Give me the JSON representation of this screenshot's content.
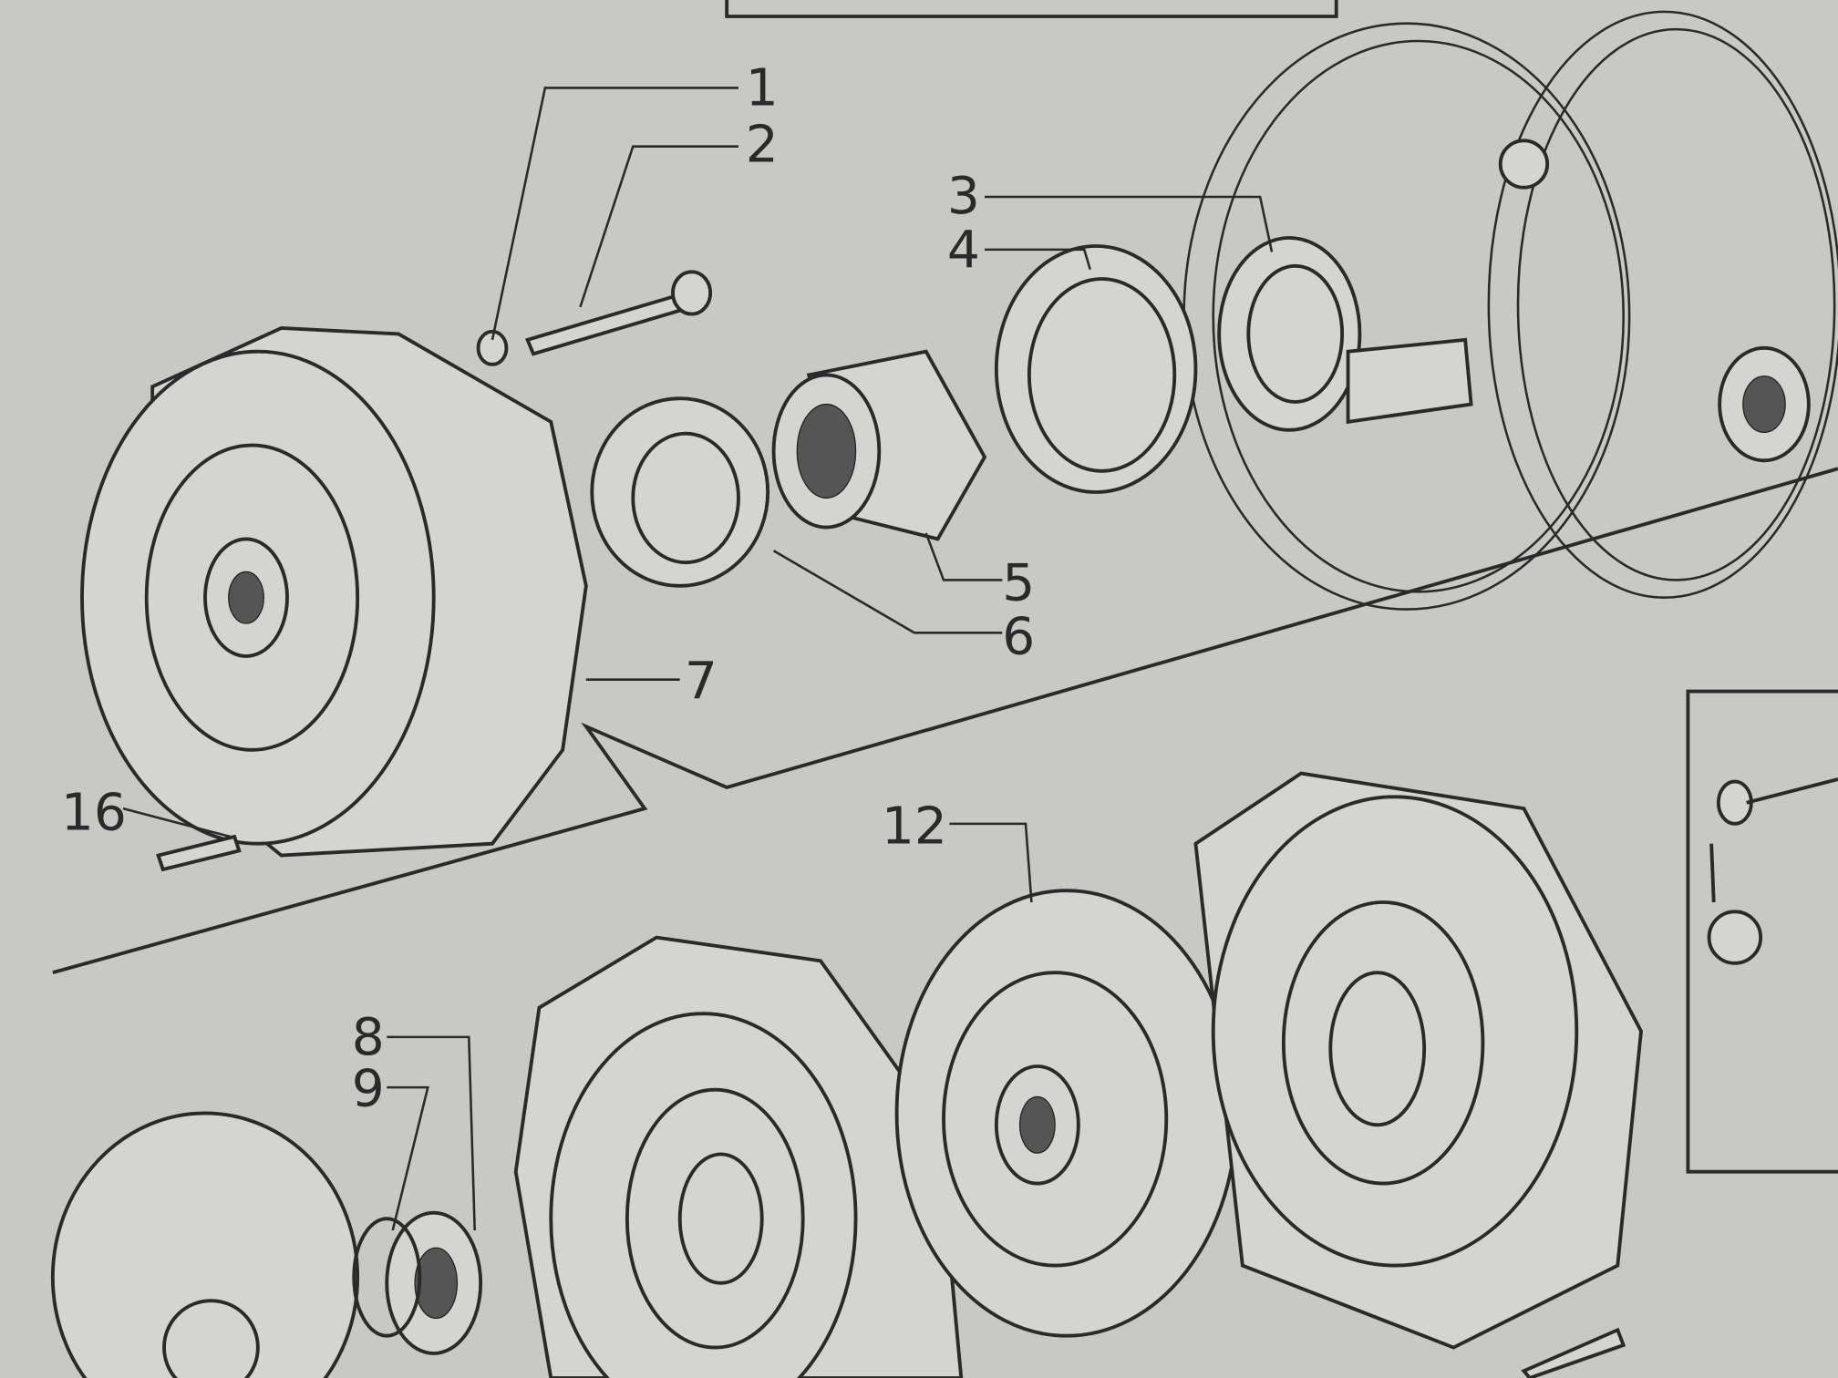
{
  "callouts": {
    "c1": "1",
    "c2": "2",
    "c3": "3",
    "c4": "4",
    "c5": "5",
    "c6": "6",
    "c7": "7",
    "c8": "8",
    "c9": "9",
    "c12": "12",
    "c16": "16"
  },
  "colors": {
    "paper": "#c8c8c5",
    "ink": "#2a2a2a"
  }
}
